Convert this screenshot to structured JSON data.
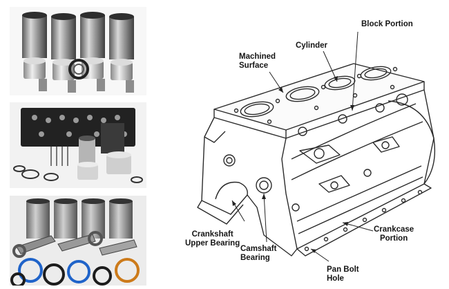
{
  "photos": [
    {
      "name": "cylinder-liners-pistons-photo"
    },
    {
      "name": "gasket-overhaul-kit-photo"
    },
    {
      "name": "connecting-rods-liners-photo"
    }
  ],
  "labels": {
    "block_portion": "Block Portion",
    "cylinder": "Cylinder",
    "machined_surface": "Machined\nSurface",
    "crankshaft_upper_bearing": "Crankshaft\nUpper Bearing",
    "camshaft_bearing": "Camshaft\nBearing",
    "pan_bolt_hole": "Pan Bolt\nHole",
    "crankcase_portion": "Crankcase\nPortion"
  },
  "colors": {
    "line_art": "#2a2a2a",
    "metal_light": "#c9c9c9",
    "metal_dark": "#4a4a4a",
    "gasket_blue": "#1f63c9",
    "gasket_black": "#1c1c1c"
  }
}
